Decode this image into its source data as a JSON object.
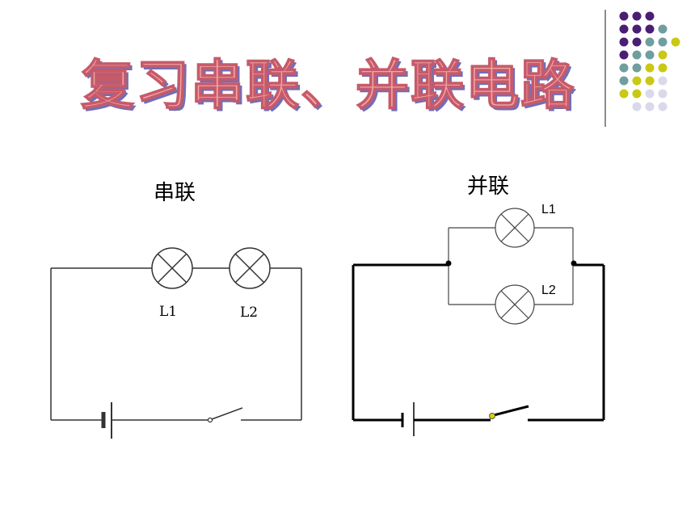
{
  "title": "复习串联、并联电路",
  "series_circuit": {
    "label": "串联",
    "lamp1": "L1",
    "lamp2": "L2"
  },
  "parallel_circuit": {
    "label": "并联",
    "lamp1": "L1",
    "lamp2": "L2"
  },
  "colors": {
    "purple": "#4a1f73",
    "teal": "#6f9e9e",
    "yellow": "#c9c814",
    "lavender": "#d9d9ea",
    "title_fill": "#f2a6a6",
    "title_shadow": "#6f6fb8"
  }
}
